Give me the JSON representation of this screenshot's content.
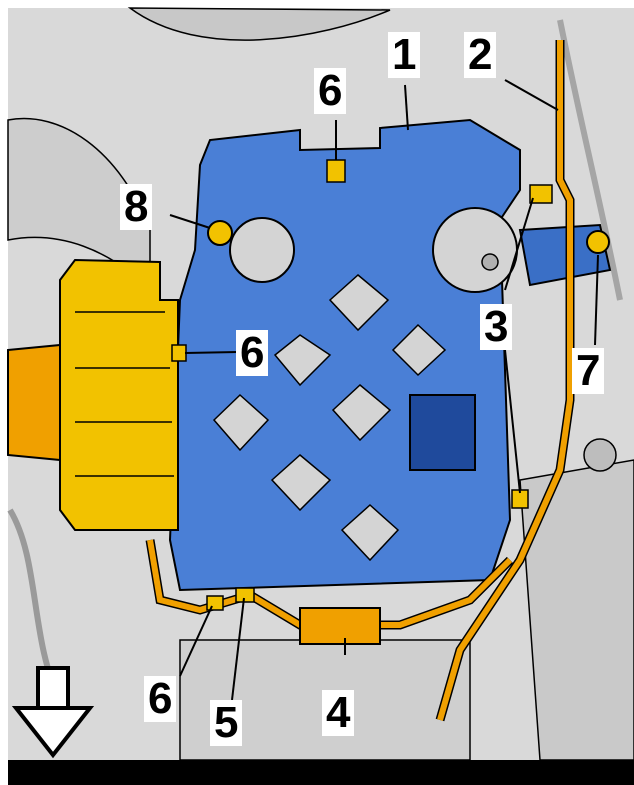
{
  "callouts": {
    "c1": "1",
    "c2": "2",
    "c3": "3",
    "c4": "4",
    "c5": "5",
    "c6a": "6",
    "c6b": "6",
    "c6c": "6",
    "c7": "7",
    "c8": "8"
  },
  "colors": {
    "bracket_blue": "#4a7fd6",
    "connector_yellow": "#f2c200",
    "harness_orange": "#f0a000",
    "engine_gray": "#d4d4d4",
    "outline_black": "#000000"
  },
  "icons": {
    "direction_arrow": "arrow-down-icon"
  }
}
